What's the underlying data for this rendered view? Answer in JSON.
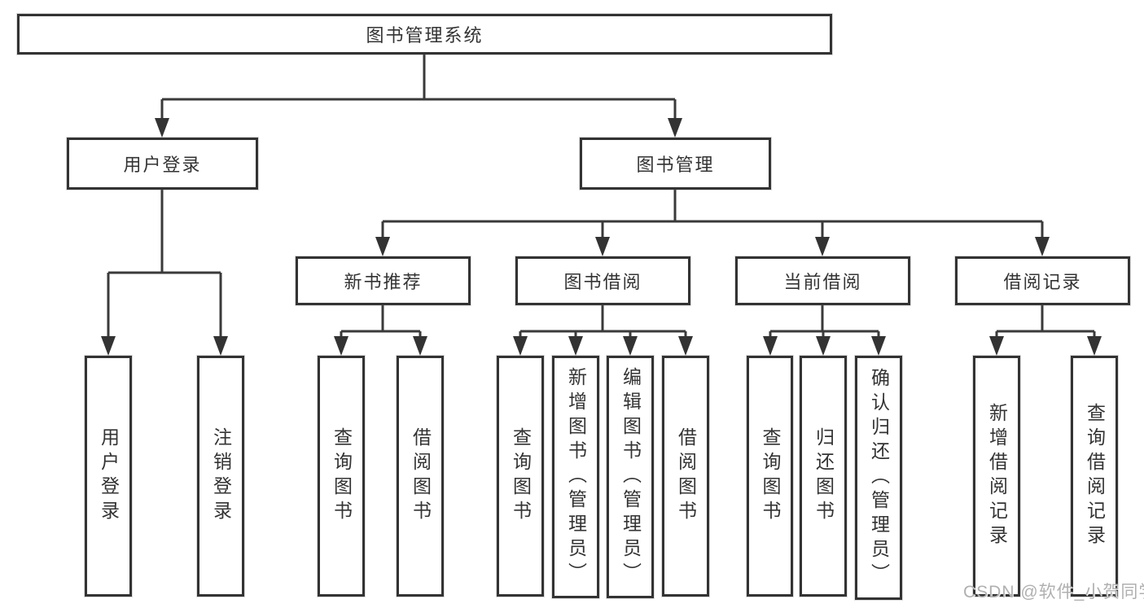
{
  "diagram": {
    "type": "tree",
    "root": {
      "label": "图书管理系统",
      "children": [
        {
          "label": "用户登录",
          "children": [
            {
              "label": "用户登录"
            },
            {
              "label": "注销登录"
            }
          ]
        },
        {
          "label": "图书管理",
          "children": [
            {
              "label": "新书推荐",
              "children": [
                {
                  "label": "查询图书"
                },
                {
                  "label": "借阅图书"
                }
              ]
            },
            {
              "label": "图书借阅",
              "children": [
                {
                  "label": "查询图书"
                },
                {
                  "label": "新增图书（管理员）"
                },
                {
                  "label": "编辑图书（管理员）"
                },
                {
                  "label": "借阅图书"
                }
              ]
            },
            {
              "label": "当前借阅",
              "children": [
                {
                  "label": "查询图书"
                },
                {
                  "label": "归还图书"
                },
                {
                  "label": "确认归还（管理员）"
                }
              ]
            },
            {
              "label": "借阅记录",
              "children": [
                {
                  "label": "新增借阅记录"
                },
                {
                  "label": "查询借阅记录"
                }
              ]
            }
          ]
        }
      ]
    }
  },
  "watermark": {
    "text": "CSDN @软件_小贺同学"
  },
  "colors": {
    "line": "#3a3a3a",
    "box_border": "#333333",
    "text": "#333333",
    "watermark_text": "#b0b0b0",
    "background": "#ffffff"
  }
}
